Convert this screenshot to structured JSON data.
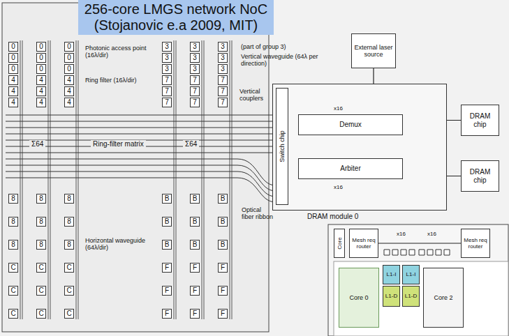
{
  "diagram": {
    "title": "256-core LMGS network NoC (Stojanovic e.a 2009, MIT)",
    "nodes": [
      {
        "text": [
          "0"
        ]
      },
      {
        "text": [
          "0"
        ]
      },
      {
        "text": [
          "0"
        ]
      },
      {
        "text": [
          "0"
        ]
      },
      {
        "text": [
          "0"
        ]
      },
      {
        "text": [
          "0"
        ]
      },
      {
        "text": [
          "0"
        ]
      },
      {
        "text": [
          "0"
        ]
      },
      {
        "text": [
          "0"
        ]
      },
      {
        "text": [
          "4"
        ]
      },
      {
        "text": [
          "4"
        ]
      },
      {
        "text": [
          "4"
        ]
      },
      {
        "text": [
          "4"
        ]
      },
      {
        "text": [
          "4"
        ]
      },
      {
        "text": [
          "4"
        ]
      },
      {
        "text": [
          "4"
        ]
      },
      {
        "text": [
          "4"
        ]
      },
      {
        "text": [
          "4"
        ]
      },
      {
        "text": [
          "3"
        ]
      },
      {
        "text": [
          "3"
        ]
      },
      {
        "text": [
          "3"
        ]
      },
      {
        "text": [
          "3"
        ]
      },
      {
        "text": [
          "3"
        ]
      },
      {
        "text": [
          "3"
        ]
      },
      {
        "text": [
          "3"
        ]
      },
      {
        "text": [
          "3"
        ]
      },
      {
        "text": [
          "3"
        ]
      },
      {
        "text": [
          "7"
        ]
      },
      {
        "text": [
          "7"
        ]
      },
      {
        "text": [
          "7"
        ]
      },
      {
        "text": [
          "7"
        ]
      },
      {
        "text": [
          "7"
        ]
      },
      {
        "text": [
          "7"
        ]
      },
      {
        "text": [
          "7"
        ]
      },
      {
        "text": [
          "7"
        ]
      },
      {
        "text": [
          "7"
        ]
      },
      {
        "text": [
          "External laser source"
        ]
      },
      {
        "text": [
          "DRAM module 0"
        ]
      },
      {
        "text": [
          "Switch chip"
        ],
        "in": 37
      },
      {
        "text": [
          "Demux"
        ],
        "in": 37
      },
      {
        "text": [
          "Arbiter"
        ],
        "in": 37
      },
      {
        "text": [
          "DRAM chip"
        ]
      },
      {
        "text": [
          "DRAM chip"
        ]
      },
      {
        "text": [
          "8"
        ]
      },
      {
        "text": [
          "8"
        ]
      },
      {
        "text": [
          "8"
        ]
      },
      {
        "text": [
          "8"
        ]
      },
      {
        "text": [
          "8"
        ]
      },
      {
        "text": [
          "8"
        ]
      },
      {
        "text": [
          "8"
        ]
      },
      {
        "text": [
          "8"
        ]
      },
      {
        "text": [
          "8"
        ]
      },
      {
        "text": [
          "C"
        ]
      },
      {
        "text": [
          "C"
        ]
      },
      {
        "text": [
          "C"
        ]
      },
      {
        "text": [
          "C"
        ]
      },
      {
        "text": [
          "C"
        ]
      },
      {
        "text": [
          "C"
        ]
      },
      {
        "text": [
          "C"
        ]
      },
      {
        "text": [
          "C"
        ]
      },
      {
        "text": [
          "C"
        ]
      },
      {
        "text": [
          "B"
        ]
      },
      {
        "text": [
          "B"
        ]
      },
      {
        "text": [
          "B"
        ]
      },
      {
        "text": [
          "B"
        ]
      },
      {
        "text": [
          "B"
        ]
      },
      {
        "text": [
          "B"
        ]
      },
      {
        "text": [
          "B"
        ]
      },
      {
        "text": [
          "B"
        ]
      },
      {
        "text": [
          "B"
        ]
      },
      {
        "text": [
          "F"
        ]
      },
      {
        "text": [
          "F"
        ]
      },
      {
        "text": [
          "F"
        ]
      },
      {
        "text": [
          "F"
        ]
      },
      {
        "text": [
          "F"
        ]
      },
      {
        "text": [
          "F"
        ]
      },
      {
        "text": [
          "F"
        ]
      },
      {
        "text": [
          "F"
        ]
      },
      {
        "text": [
          "F"
        ]
      },
      {
        "text": [
          "Mesh req router"
        ]
      },
      {
        "text": [
          "Mesh req router"
        ]
      },
      {
        "text": [
          "Core"
        ]
      },
      {
        "text": [
          "Core 0"
        ]
      },
      {
        "text": [
          "L1-I"
        ]
      },
      {
        "text": [
          "L1-I"
        ]
      },
      {
        "text": [
          "Core 2"
        ]
      },
      {
        "text": [
          "L1-D"
        ]
      },
      {
        "text": [
          "L1-D"
        ]
      }
    ],
    "edges": [
      {
        "from": 36,
        "to": 39,
        "arrow": "to"
      },
      {
        "from": 39,
        "to": 41,
        "arrow": "none"
      },
      {
        "from": 40,
        "to": 42,
        "arrow": "none"
      },
      {
        "from": 79,
        "to": 80,
        "arrow": "none"
      }
    ],
    "labels": [
      "Photonic access point (16λ/dir)",
      "Ring filter (16λ/dir)",
      "(part of group 3)",
      "Vertical waveguide (64λ per direction)",
      "Vertical couplers",
      "Σ64",
      "Ring-filter matrix",
      "Σ64",
      "Optical fiber ribbon",
      "Horizontal waveguide (64λ/dir)",
      "x16",
      "x16",
      "x16",
      "x16"
    ]
  }
}
